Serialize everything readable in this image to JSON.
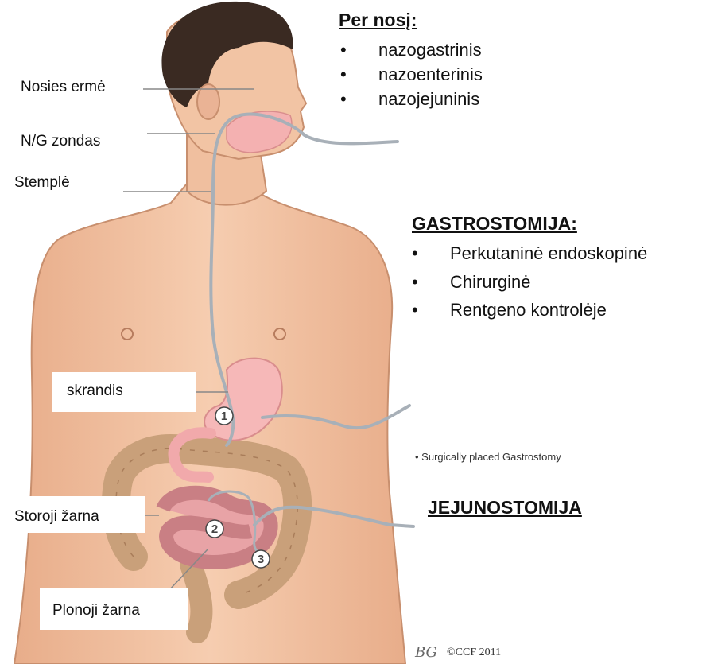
{
  "labels": {
    "nose_cavity": "Nosies ermė",
    "ng_tube": "N/G zondas",
    "esophagus": "Stemplė",
    "stomach": "skrandis",
    "colon": "Storoji žarna",
    "small_intestine": "Plonoji žarna"
  },
  "nasal": {
    "heading": "Per nosį:",
    "items": [
      "nazogastrinis",
      "nazoenterinis",
      "nazojejuninis"
    ]
  },
  "gastrostomy": {
    "heading": "GASTROSTOMIJA:",
    "items": [
      "Perkutaninė endoskopinė",
      "Chirurginė",
      "Rentgeno kontrolėje"
    ]
  },
  "jejunostomy": {
    "heading": "JEJUNOSTOMIJA"
  },
  "caption": "• Surgically placed Gastrostomy",
  "markers": [
    "1",
    "2",
    "3"
  ],
  "bullet_glyph": "•",
  "copyright": "©CCF 2011",
  "signature": "BG",
  "colors": {
    "skin": "#f2c4a4",
    "hair": "#3a2a22",
    "stomach": "#f6b8b8",
    "intestine": "#e8a3a6",
    "colon": "#c9a07a",
    "tube": "#a8b0b8"
  }
}
